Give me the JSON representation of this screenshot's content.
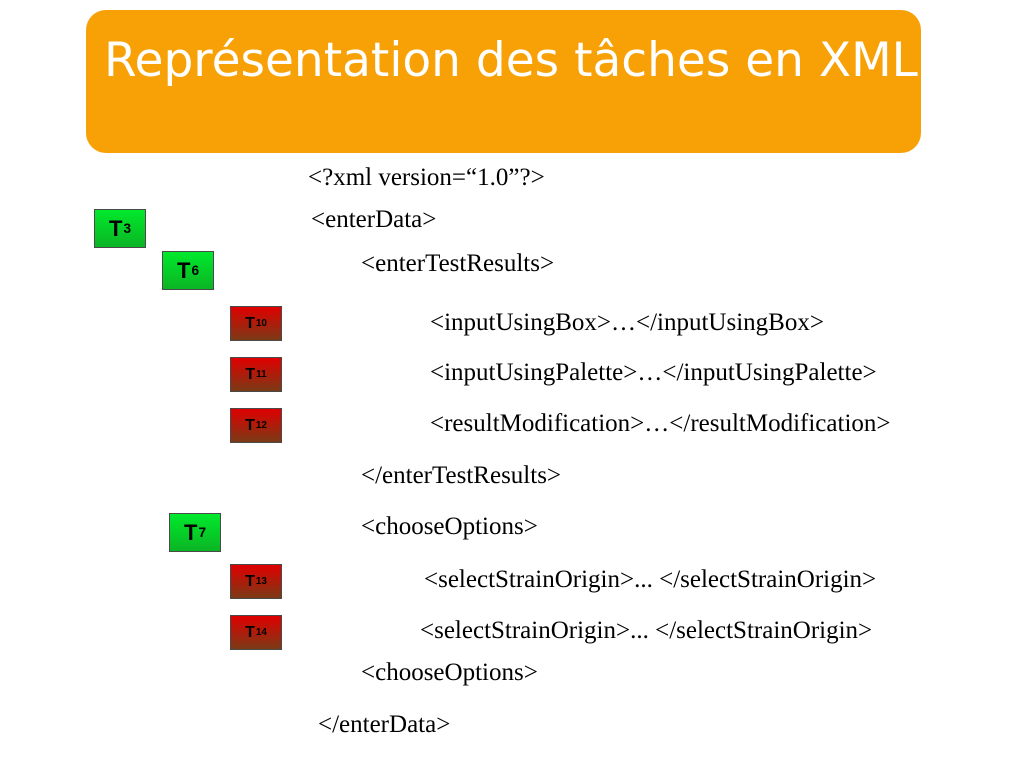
{
  "title": "Représentation des tâches en XML",
  "code_lines": {
    "xml_decl": "<?xml version=“1.0”?>",
    "enter_data_open": "<enterData>",
    "enter_test_results_open": "<enterTestResults>",
    "input_using_box": "<inputUsingBox>…</inputUsingBox>",
    "input_using_palette": "<inputUsingPalette>…</inputUsingPalette>",
    "result_modification": "<resultModification>…</resultModification>",
    "enter_test_results_close": "</enterTestResults>",
    "choose_options_open": "<chooseOptions>",
    "select_strain_origin_1": "<selectStrainOrigin>... </selectStrainOrigin>",
    "select_strain_origin_2": "<selectStrainOrigin>... </selectStrainOrigin>",
    "choose_options_close": "<chooseOptions>",
    "enter_data_close": "</enterData>"
  },
  "task_badges": {
    "t3": {
      "letter": "T",
      "sub": "3"
    },
    "t6": {
      "letter": "T",
      "sub": "6"
    },
    "t10": {
      "letter": "T",
      "sub": "10"
    },
    "t11": {
      "letter": "T",
      "sub": "11"
    },
    "t12": {
      "letter": "T",
      "sub": "12"
    },
    "t7": {
      "letter": "T",
      "sub": "7"
    },
    "t13": {
      "letter": "T",
      "sub": "13"
    },
    "t14": {
      "letter": "T",
      "sub": "14"
    }
  },
  "colors": {
    "title_bg": "#f7a106",
    "badge_green": "#0bd52a",
    "badge_red": "#b81208"
  }
}
